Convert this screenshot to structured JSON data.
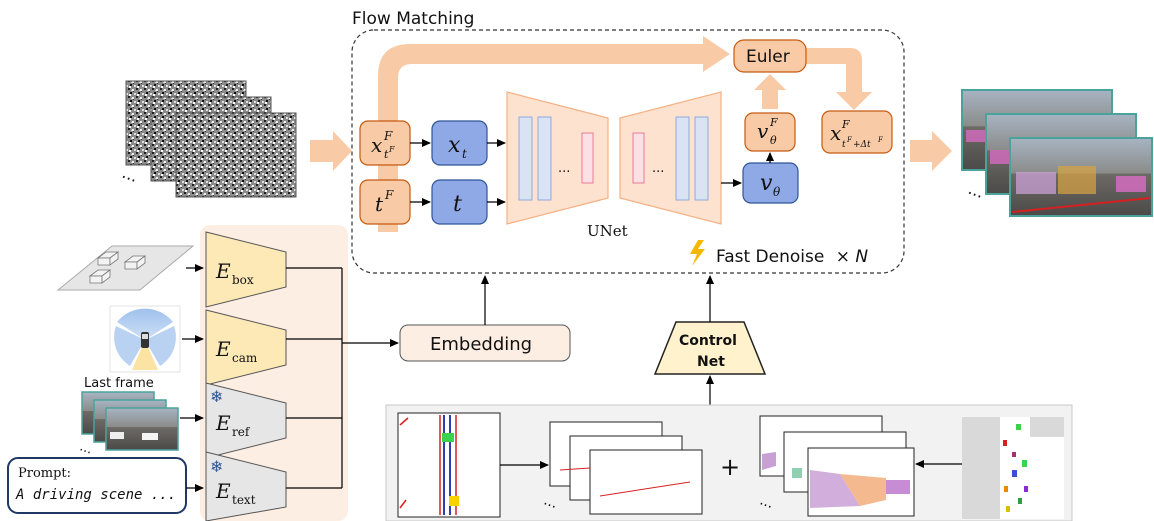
{
  "flow_matching": {
    "title": "Flow Matching",
    "euler": "Euler",
    "unet": "UNet",
    "ellipsis": "...",
    "fast_denoise": "Fast Denoise",
    "times_n": "×",
    "n": "N",
    "nodes": {
      "x_tF_base": "x",
      "x_tF_sup": "F",
      "x_tF_sub": "t",
      "x_tF_subsup": "F",
      "x_t_base": "x",
      "x_t_sub": "t",
      "t_F_base": "t",
      "t_F_sup": "F",
      "t_base": "t",
      "v_theta_base": "v",
      "v_theta_sub": "θ",
      "vF_theta_base": "v",
      "vF_theta_sup": "F",
      "vF_theta_sub": "θ",
      "x_next_base": "x",
      "x_next_sup": "F",
      "x_next_sub_t": "t",
      "x_next_sub_F1": "F",
      "x_next_sub_plus": "+Δt",
      "x_next_sub_F2": "F"
    }
  },
  "encoders": {
    "box_base": "E",
    "box_sub": "box",
    "cam_base": "E",
    "cam_sub": "cam",
    "ref_base": "E",
    "ref_sub": "ref",
    "text_base": "E",
    "text_sub": "text"
  },
  "embedding": "Embedding",
  "controlnet": {
    "line1": "Control",
    "line2": "Net"
  },
  "last_frame": "Last frame",
  "prompt": {
    "label": "Prompt:",
    "text": "A driving scene ..."
  },
  "plus": "+",
  "dots": "...",
  "colors": {
    "orange_fill": "#f8cba6",
    "orange_stroke": "#c55a11",
    "blue_fill": "#8fa9e6",
    "blue_stroke": "#2f5597",
    "encoder_fill": "#fde9b6",
    "panel_fill": "#fdeee3",
    "arrow_band": "#f8cba6"
  }
}
